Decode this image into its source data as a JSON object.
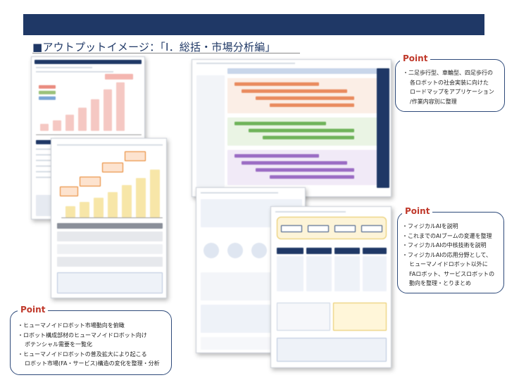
{
  "header": {
    "band_color": "#1f3866",
    "title": "■アウトプットイメージ：「Ⅰ．総括・市場分析編」"
  },
  "callouts": {
    "point_label": "Point",
    "left": {
      "items": [
        "・ヒューマノイドロボット市場動向を俯瞰",
        "・ロボット構成部材のヒューマノイドロボット向け",
        "ポテンシャル需要を一覧化",
        "・ヒューマノイドロボットの普及拡大により起こる",
        "ロボット市場(FA・サービス)構造の変化を整理・分析"
      ]
    },
    "top_right": {
      "items": [
        "・二足歩行型、車輪型、四足歩行の",
        "各ロボットの社会実装に向けた",
        "ロードマップをアプリケーション",
        "/作業内容別に整理"
      ]
    },
    "bottom_right": {
      "items": [
        "・フィジカルAIを説明",
        "・これまでのAIブームの変遷を整理",
        "・フィジカルAIの中核技術を説明",
        "・フィジカルAIの応用分野として、",
        "ヒューマノイドロボット以外に",
        "FAロボット、サービスロボットの",
        "動向を整理・とりまとめ"
      ]
    }
  },
  "colors": {
    "accent_red": "#c0392b",
    "navy": "#1f3866",
    "callout_border": "#2e4a7a"
  }
}
